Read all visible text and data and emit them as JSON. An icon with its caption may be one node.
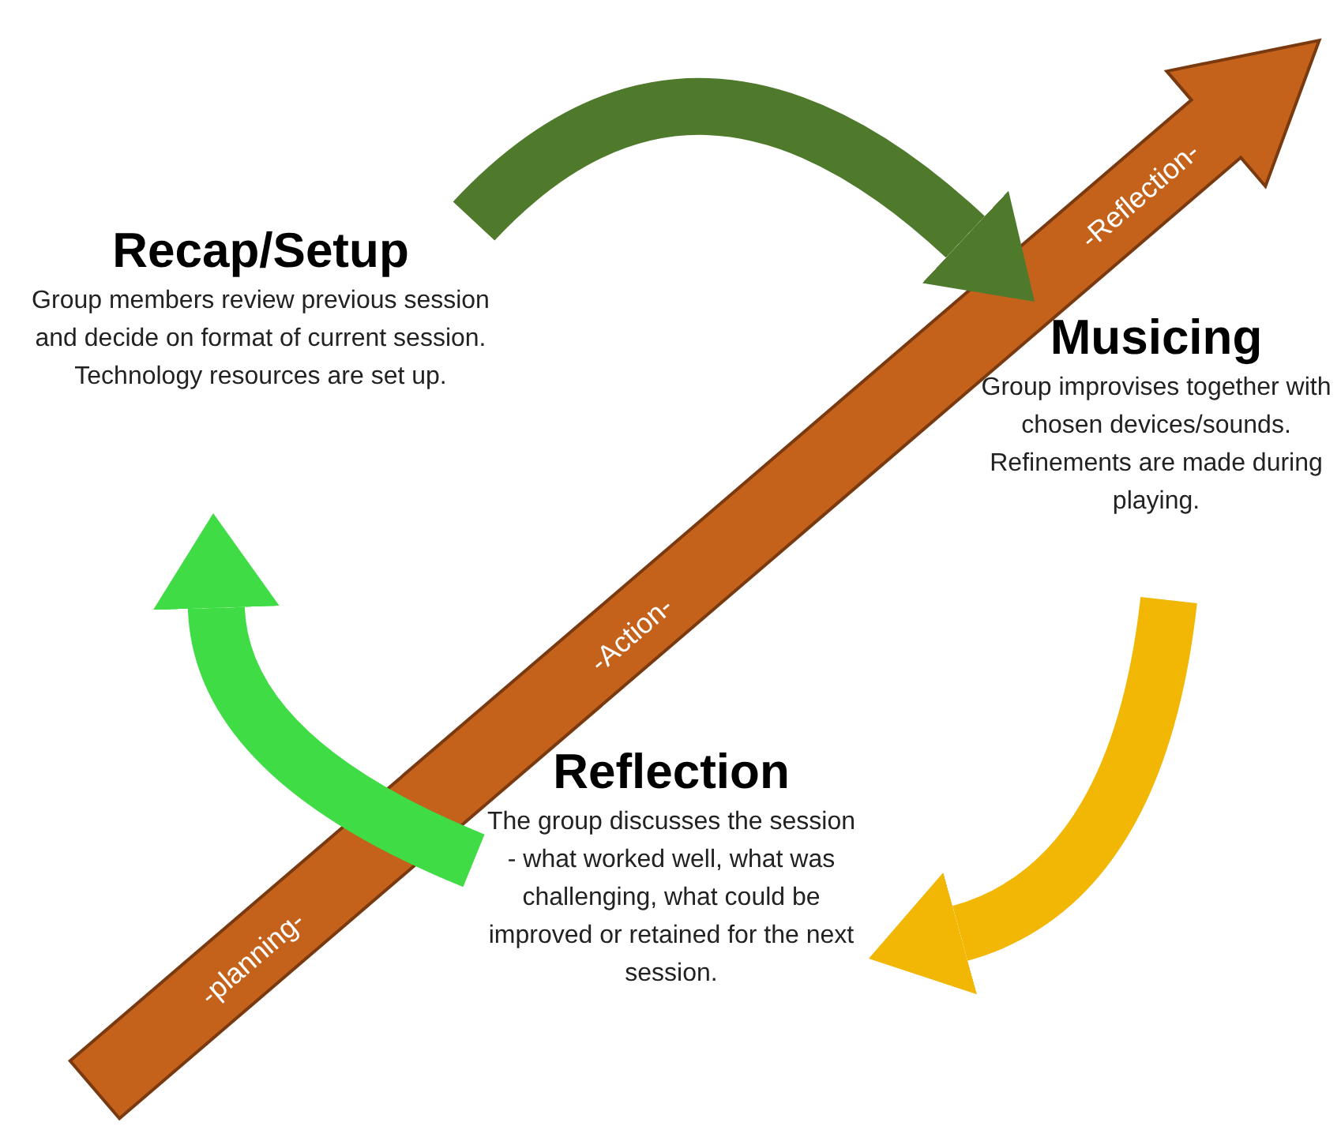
{
  "diagram": {
    "nodes": [
      {
        "text": [
          "Recap/Setup",
          "Group members review previous session and decide on format of current session. Technology resources are set up."
        ]
      },
      {
        "text": [
          "Musicing",
          "Group improvises together with chosen devices/sounds. Refinements are made during playing."
        ]
      },
      {
        "text": [
          "Reflection",
          "The group discusses the session - what worked well, what was challenging, what could be improved or retained for the next session."
        ]
      }
    ],
    "edges": [
      {
        "from": 0,
        "to": 1,
        "arrow": "to",
        "color": "#4f7a2c"
      },
      {
        "from": 1,
        "to": 2,
        "arrow": "to",
        "color": "#f2b705"
      },
      {
        "from": 2,
        "to": 0,
        "arrow": "to",
        "color": "#3fdc45"
      }
    ],
    "labels": [
      "-planning-",
      "-Action-",
      "-Reflection-"
    ]
  }
}
